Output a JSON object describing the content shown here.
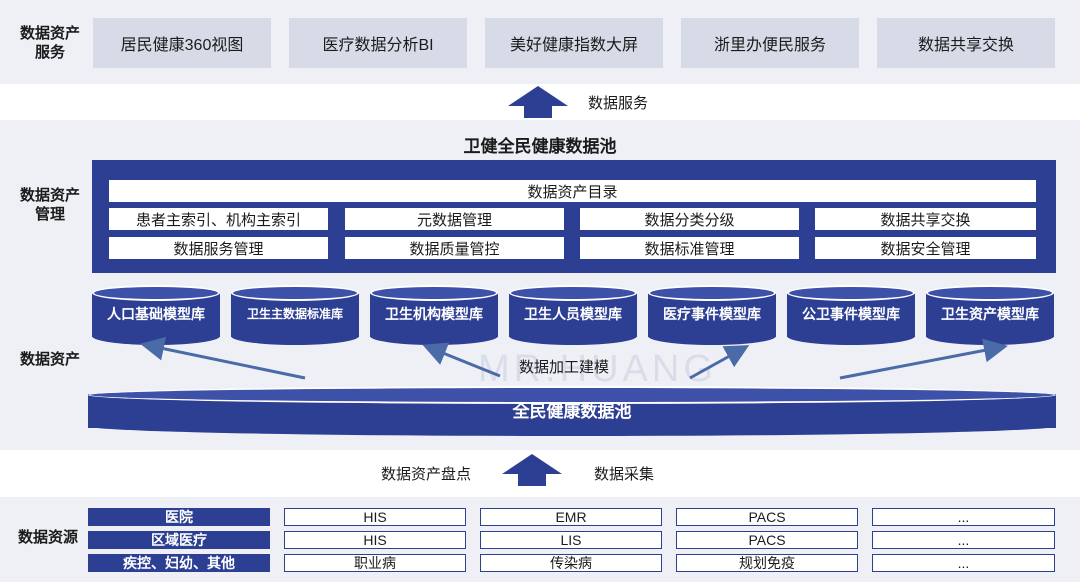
{
  "rows": {
    "services_label": "数据资产\n服务",
    "management_label": "数据资产\n管理",
    "asset_label": "数据资产",
    "sources_label": "数据资源"
  },
  "services": [
    "居民健康360视图",
    "医疗数据分析BI",
    "美好健康指数大屏",
    "浙里办便民服务",
    "数据共享交换"
  ],
  "data_service_label": "数据服务",
  "pool_title": "卫健全民健康数据池",
  "management": {
    "catalog": "数据资产目录",
    "row1": [
      "患者主索引、机构主索引",
      "元数据管理",
      "数据分类分级",
      "数据共享交换"
    ],
    "row2": [
      "数据服务管理",
      "数据质量管控",
      "数据标准管理",
      "数据安全管理"
    ]
  },
  "models": [
    "人口基础模型库",
    "卫生主数据标准库",
    "卫生机构模型库",
    "卫生人员模型库",
    "医疗事件模型库",
    "公卫事件模型库",
    "卫生资产模型库"
  ],
  "modeling_label": "数据加工建模",
  "big_pool": "全民健康数据池",
  "inventory_label": "数据资产盘点",
  "collection_label": "数据采集",
  "sources": [
    {
      "label": "医院",
      "cells": [
        "HIS",
        "EMR",
        "PACS",
        "..."
      ]
    },
    {
      "label": "区域医疗",
      "cells": [
        "HIS",
        "LIS",
        "PACS",
        "..."
      ]
    },
    {
      "label": "疾控、妇幼、其他",
      "cells": [
        "职业病",
        "传染病",
        "规划免疫",
        "..."
      ]
    }
  ],
  "watermark": "MR.HUANG",
  "colors": {
    "primary": "#2c3f93",
    "band": "#eef0f6",
    "service_box": "#d7dbe8"
  }
}
